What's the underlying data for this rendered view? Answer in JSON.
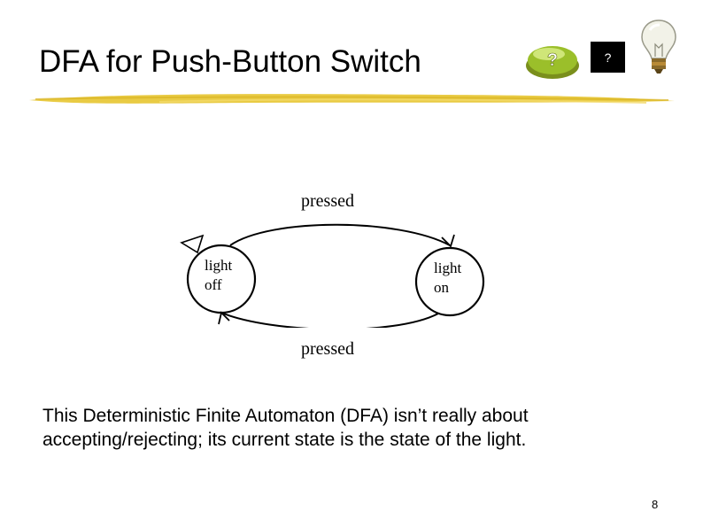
{
  "slide": {
    "title": "DFA for Push-Button Switch",
    "help_box_label": "?",
    "help_button_label": "?",
    "body_text": "This Deterministic Finite Automaton (DFA) isn’t really about accepting/rejecting; its current state is the state of the light.",
    "page_number": "8"
  },
  "diagram": {
    "states": [
      {
        "id": "off",
        "line1": "light",
        "line2": "off",
        "start": true
      },
      {
        "id": "on",
        "line1": "light",
        "line2": "on",
        "start": false
      }
    ],
    "transitions": [
      {
        "from": "off",
        "to": "on",
        "label": "pressed"
      },
      {
        "from": "on",
        "to": "off",
        "label": "pressed"
      }
    ]
  },
  "colors": {
    "underline": "#e8c83a",
    "button_green": "#9bbf2a",
    "bulb_glass": "#f2f2e8"
  },
  "icons": [
    "question-button-icon",
    "light-bulb-icon"
  ]
}
